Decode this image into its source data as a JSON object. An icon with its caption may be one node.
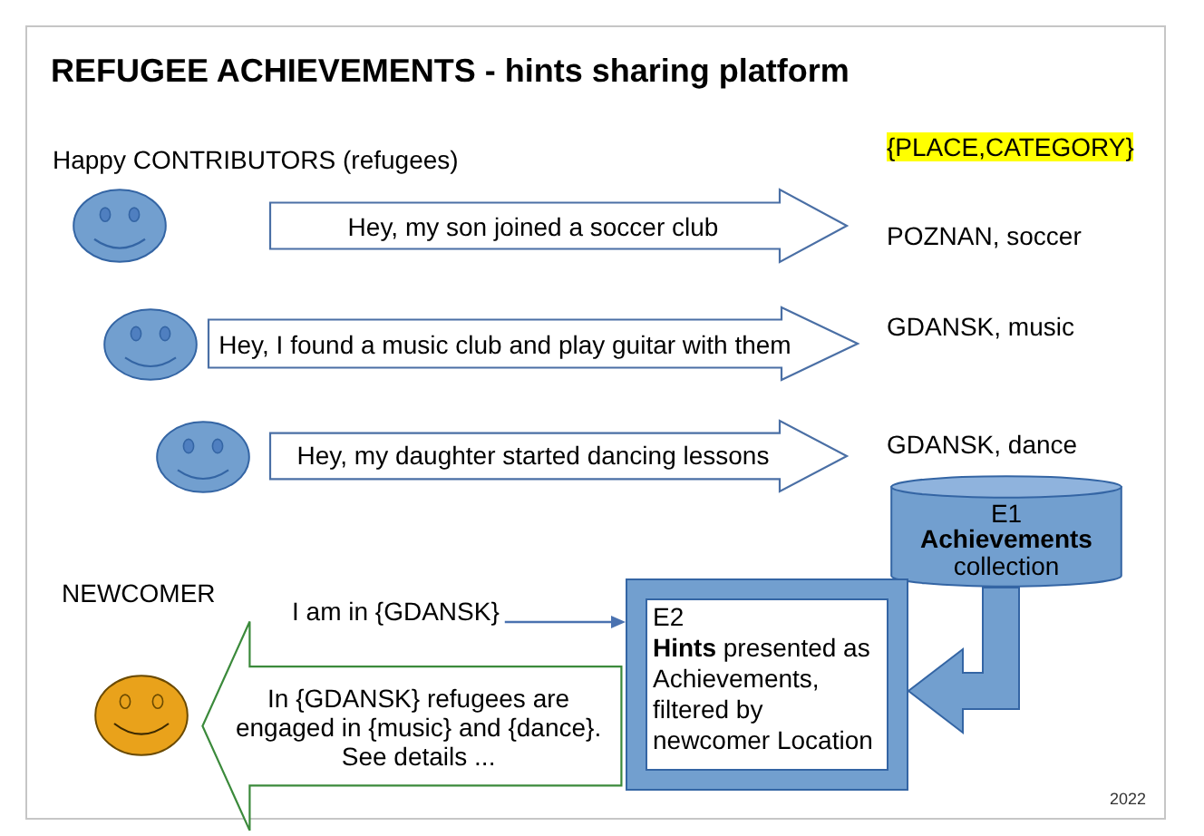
{
  "diagram": {
    "title": "REFUGEE ACHIEVEMENTS - hints sharing platform",
    "nodes": [
      {
        "text": [],
        "shape": "circle"
      },
      {
        "text": [
          "POZNAN, soccer"
        ]
      },
      {
        "text": [],
        "shape": "circle"
      },
      {
        "text": [
          "GDANSK, music"
        ]
      },
      {
        "text": [],
        "shape": "circle"
      },
      {
        "text": [
          "GDANSK, dance"
        ]
      },
      {
        "text": [
          "E1",
          "**Achievements** collection"
        ]
      },
      {
        "text": [
          "I am in {GDANSK}"
        ]
      },
      {
        "text": [
          "E2",
          "**Hints** presented as Achievements, filtered by newcomer Location"
        ]
      },
      {
        "text": [],
        "shape": "circle"
      }
    ],
    "edges": [
      {
        "from": 0,
        "to": 1,
        "arrow": "to",
        "style": "thick",
        "label": "Hey, my son joined a soccer club"
      },
      {
        "from": 2,
        "to": 3,
        "arrow": "to",
        "style": "thick",
        "label": "Hey, I found a music club and play guitar with them"
      },
      {
        "from": 4,
        "to": 5,
        "arrow": "to",
        "style": "thick",
        "label": "Hey, my daughter started dancing lessons"
      },
      {
        "from": 7,
        "to": 8,
        "arrow": "to"
      },
      {
        "from": 6,
        "to": 8,
        "arrow": "to",
        "style": "thick"
      },
      {
        "from": 8,
        "to": 9,
        "arrow": "to",
        "style": "thick",
        "color": "#3b8a3b",
        "label": "In {GDANSK} refugees are engaged in {music} and {dance}. See details ..."
      }
    ],
    "labels": [
      "Happy CONTRIBUTORS (refugees)",
      "{PLACE,CATEGORY}",
      "NEWCOMER",
      "2022"
    ]
  }
}
